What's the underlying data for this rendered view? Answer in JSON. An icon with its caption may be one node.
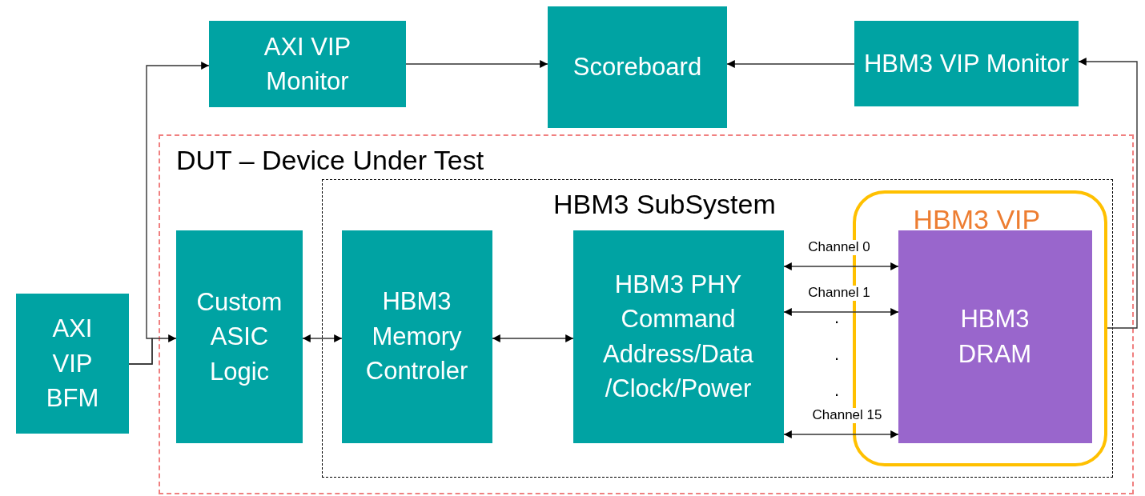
{
  "diagram": {
    "nodes": [
      {
        "text": [
          "AXI VIP Monitor"
        ]
      },
      {
        "text": [
          "Scoreboard"
        ]
      },
      {
        "text": [
          "HBM3 VIP Monitor"
        ]
      },
      {
        "text": [
          "AXI VIP BFM"
        ]
      },
      {
        "text": [
          "DUT – Device Under Test"
        ]
      },
      {
        "text": [
          "Custom ASIC Logic"
        ],
        "in": 4
      },
      {
        "text": [
          "HBM3 SubSystem"
        ],
        "in": 4
      },
      {
        "text": [
          "HBM3 Memory Controler"
        ],
        "in": 6
      },
      {
        "text": [
          "HBM3 PHY Command Address/Data /Clock/Power"
        ],
        "in": 6
      },
      {
        "text": [
          "HBM3 VIP"
        ],
        "in": 6
      },
      {
        "text": [
          "HBM3 DRAM"
        ],
        "in": 9
      }
    ],
    "edges": [
      {
        "from": 0,
        "to": 1,
        "arrow": "to"
      },
      {
        "from": 2,
        "to": 1,
        "arrow": "to"
      },
      {
        "from": 3,
        "to": 0,
        "arrow": "to"
      },
      {
        "from": 3,
        "to": 5,
        "arrow": "to"
      },
      {
        "from": 5,
        "to": 7,
        "arrow": "both"
      },
      {
        "from": 7,
        "to": 8,
        "arrow": "both"
      },
      {
        "from": 8,
        "to": 10,
        "label": "Channel 0",
        "arrow": "both"
      },
      {
        "from": 8,
        "to": 10,
        "label": "Channel 1",
        "arrow": "both"
      },
      {
        "from": 8,
        "to": 10,
        "label": "Channel 15",
        "arrow": "both"
      },
      {
        "from": 9,
        "to": 2,
        "arrow": "to"
      }
    ],
    "labels": [
      ".",
      ".",
      "."
    ]
  }
}
